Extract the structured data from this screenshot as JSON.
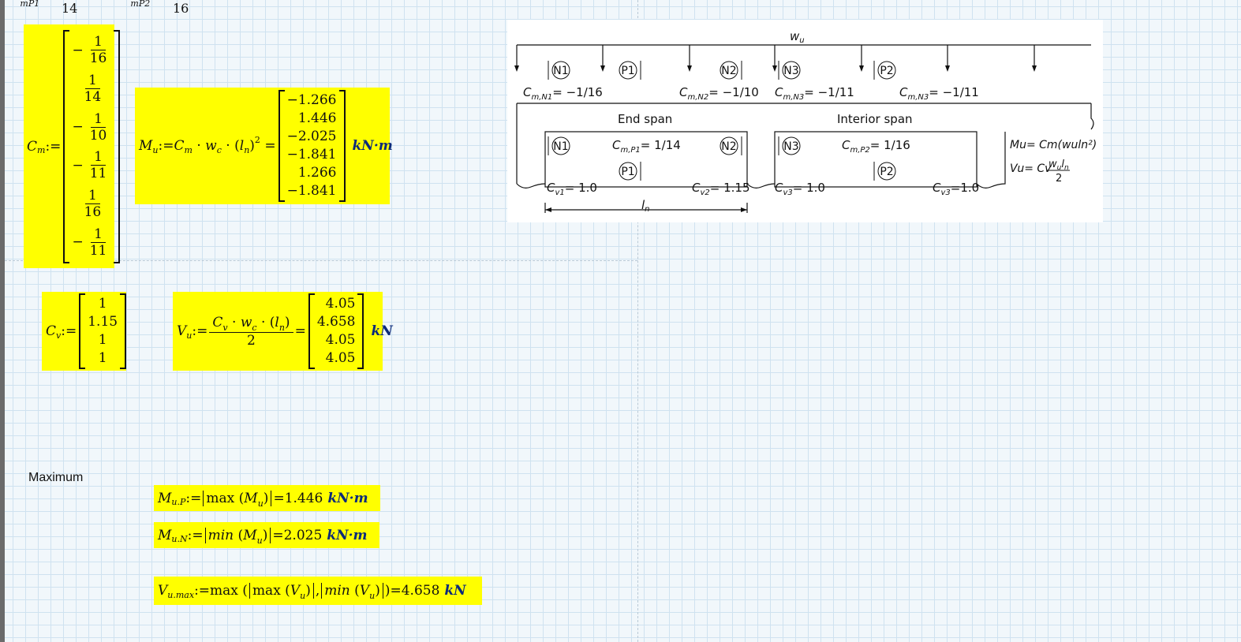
{
  "top_fragments": {
    "left_sub": "mP1",
    "left_den": "14",
    "right_sub": "mP2",
    "right_den": "16"
  },
  "cm": {
    "lhs": "C",
    "lhs_sub": "m",
    "assign": ":=",
    "entries": [
      {
        "sign": "−",
        "num": "1",
        "den": "16"
      },
      {
        "sign": "",
        "num": "1",
        "den": "14"
      },
      {
        "sign": "−",
        "num": "1",
        "den": "10"
      },
      {
        "sign": "−",
        "num": "1",
        "den": "11"
      },
      {
        "sign": "",
        "num": "1",
        "den": "16"
      },
      {
        "sign": "−",
        "num": "1",
        "den": "11"
      }
    ]
  },
  "mu": {
    "lhs": "M",
    "lhs_sub": "u",
    "expr_cm": "C",
    "expr_cm_sub": "m",
    "expr_wc": "w",
    "expr_wc_sub": "c",
    "expr_ln": "l",
    "expr_ln_sub": "n",
    "exp": "2",
    "values": [
      "−1.266",
      "1.446",
      "−2.025",
      "−1.841",
      "1.266",
      "−1.841"
    ],
    "unit": "kN·m"
  },
  "cv": {
    "lhs": "C",
    "lhs_sub": "v",
    "values": [
      "1",
      "1.15",
      "1",
      "1"
    ]
  },
  "vu": {
    "lhs": "V",
    "lhs_sub": "u",
    "den": "2",
    "values": [
      "4.05",
      "4.658",
      "4.05",
      "4.05"
    ],
    "unit": "kN"
  },
  "maximum_label": "Maximum",
  "mup": {
    "lhs": "M",
    "lhs_sub": "u.P",
    "func": "max",
    "arg": "M",
    "arg_sub": "u",
    "result": "1.446",
    "unit": "kN·m"
  },
  "mun": {
    "lhs": "M",
    "lhs_sub": "u.N",
    "func": "min",
    "arg": "M",
    "arg_sub": "u",
    "result": "2.025",
    "unit": "kN·m"
  },
  "vumax": {
    "lhs": "V",
    "lhs_sub": "u.max",
    "outer": "max",
    "f1": "max",
    "f2": "min",
    "arg": "V",
    "arg_sub": "u",
    "result": "4.658",
    "unit": "kN"
  },
  "diagram": {
    "wu": "w",
    "wu_sub": "u",
    "nodes": [
      "N1",
      "P1",
      "N2",
      "N3",
      "P2"
    ],
    "cm_labels": [
      "= −1/16",
      "= −1/10",
      "= −1/11",
      "= −1/11"
    ],
    "cm_subs": [
      "m,N1",
      "m,N2",
      "m,N3",
      "m,N3"
    ],
    "end_span": "End span",
    "interior_span": "Interior span",
    "cm_p1": "= 1/14",
    "cm_p1_sub": "m,P1",
    "cm_p2": "= 1/16",
    "cm_p2_sub": "m,P2",
    "cv_labels": [
      "= 1.0",
      "= 1.15",
      "= 1.0",
      "=1.0"
    ],
    "cv_subs": [
      "v1",
      "v2",
      "v3",
      "v3"
    ],
    "ln": "l",
    "ln_sub": "n",
    "formula_mu": "Mu= Cm(wuln²)",
    "formula_vu": "Vu= Cv"
  }
}
